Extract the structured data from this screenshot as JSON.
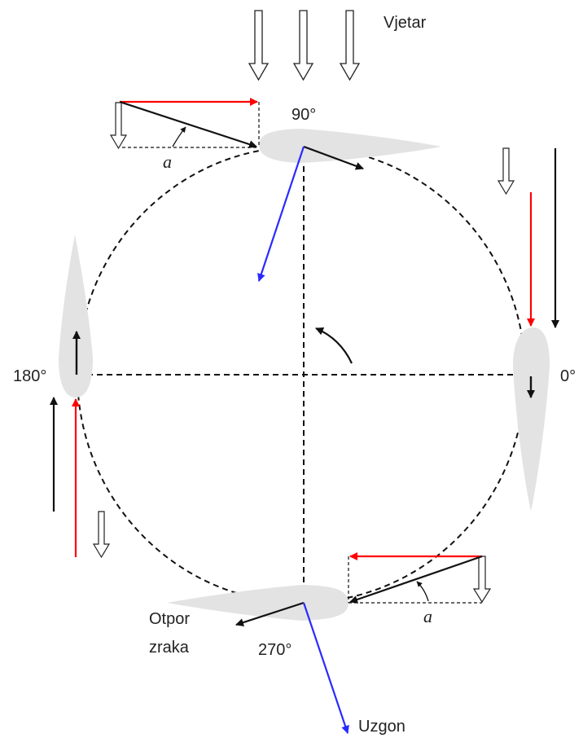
{
  "labels": {
    "wind": "Vjetar",
    "deg90": "90°",
    "deg0": "0°",
    "deg180": "180°",
    "deg270": "270°",
    "drag_line1": "Otpor",
    "drag_line2": "zraka",
    "lift": "Uzgon",
    "alpha_top": "a",
    "alpha_bottom": "a"
  },
  "colors": {
    "foil": "#e3e3e3",
    "black": "#111111",
    "red": "#ff0000",
    "blue": "#2a2aff",
    "dash": "#111111"
  }
}
